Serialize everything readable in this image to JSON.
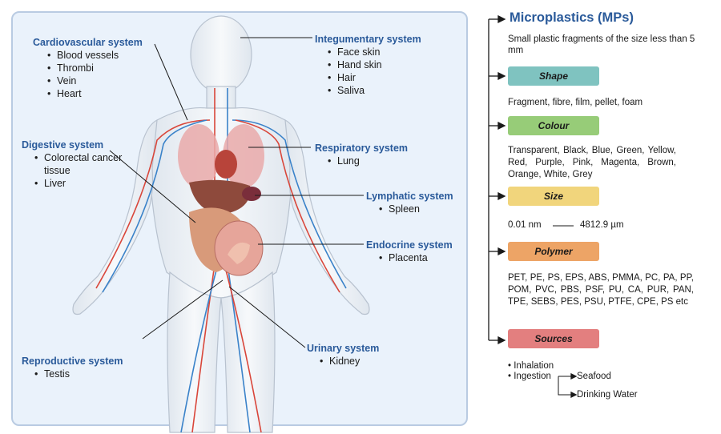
{
  "body_systems": {
    "cardiovascular": {
      "title": "Cardiovascular system",
      "items": [
        "Blood vessels",
        "Thrombi",
        "Vein",
        "Heart"
      ]
    },
    "integumentary": {
      "title": "Integumentary system",
      "items": [
        "Face skin",
        "Hand skin",
        "Hair",
        "Saliva"
      ]
    },
    "digestive": {
      "title": "Digestive system",
      "items": [
        "Colorectal cancer tissue",
        "Liver"
      ]
    },
    "respiratory": {
      "title": "Respiratory system",
      "items": [
        "Lung"
      ]
    },
    "lymphatic": {
      "title": "Lymphatic system",
      "items": [
        "Spleen"
      ]
    },
    "endocrine": {
      "title": "Endocrine system",
      "items": [
        "Placenta"
      ]
    },
    "reproductive": {
      "title": "Reproductive system",
      "items": [
        "Testis"
      ]
    },
    "urinary": {
      "title": "Urinary system",
      "items": [
        "Kidney"
      ]
    }
  },
  "microplastics": {
    "title": "Microplastics (MPs)",
    "description": "Small plastic fragments of the size less than 5 mm",
    "shape": {
      "label": "Shape",
      "color": "#7fc3c0",
      "text": "Fragment, fibre, film, pellet, foam"
    },
    "colour": {
      "label": "Colour",
      "color": "#97cc78",
      "text": "Transparent, Black, Blue, Green, Yellow, Red, Purple, Pink, Magenta, Brown, Orange, White, Grey"
    },
    "size": {
      "label": "Size",
      "color": "#f1d57c",
      "min": "0.01 nm",
      "max": "4812.9  µm"
    },
    "polymer": {
      "label": "Polymer",
      "color": "#eda466",
      "text": "PET, PE, PS, EPS, ABS, PMMA, PC, PA, PP, POM, PVC, PBS, PSF, PU, CA, PUR, PAN, TPE, SEBS, PES, PSU, PTFE, CPE, PS etc"
    },
    "sources": {
      "label": "Sources",
      "color": "#e37f7f",
      "inhalation": "Inhalation",
      "ingestion": "Ingestion",
      "seafood": "Seafood",
      "drinking_water": "Drinking Water"
    }
  }
}
